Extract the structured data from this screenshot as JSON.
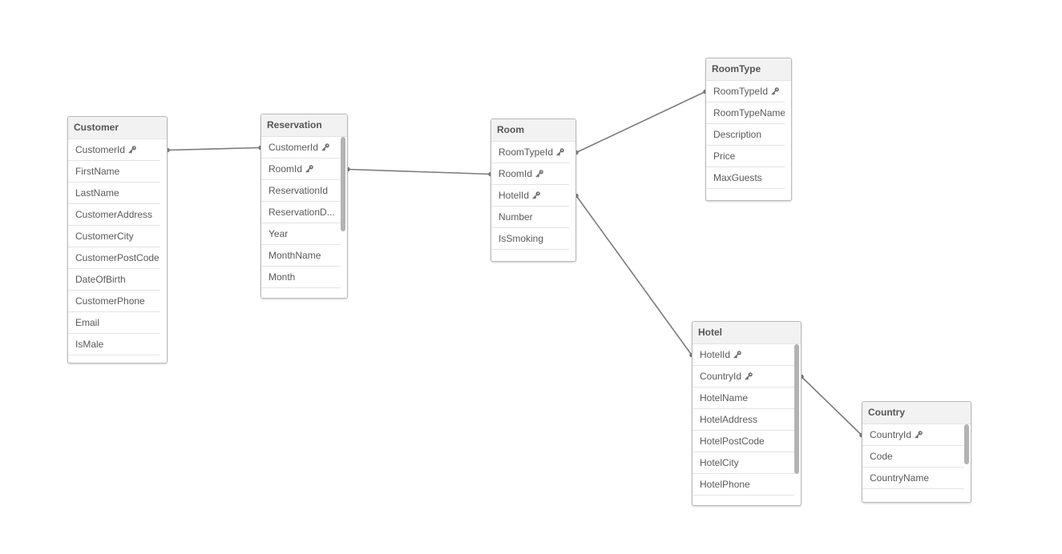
{
  "tables": {
    "customer": {
      "title": "Customer",
      "fields": [
        {
          "name": "CustomerId",
          "key": true
        },
        {
          "name": "FirstName",
          "key": false
        },
        {
          "name": "LastName",
          "key": false
        },
        {
          "name": "CustomerAddress",
          "key": false
        },
        {
          "name": "CustomerCity",
          "key": false
        },
        {
          "name": "CustomerPostCode",
          "key": false
        },
        {
          "name": "DateOfBirth",
          "key": false
        },
        {
          "name": "CustomerPhone",
          "key": false
        },
        {
          "name": "Email",
          "key": false
        },
        {
          "name": "IsMale",
          "key": false
        }
      ]
    },
    "reservation": {
      "title": "Reservation",
      "fields": [
        {
          "name": "CustomerId",
          "key": true
        },
        {
          "name": "RoomId",
          "key": true
        },
        {
          "name": "ReservationId",
          "key": false
        },
        {
          "name": "ReservationD...",
          "key": false
        },
        {
          "name": "Year",
          "key": false
        },
        {
          "name": "MonthName",
          "key": false
        },
        {
          "name": "Month",
          "key": false
        }
      ]
    },
    "room": {
      "title": "Room",
      "fields": [
        {
          "name": "RoomTypeId",
          "key": true
        },
        {
          "name": "RoomId",
          "key": true
        },
        {
          "name": "HotelId",
          "key": true
        },
        {
          "name": "Number",
          "key": false
        },
        {
          "name": "IsSmoking",
          "key": false
        }
      ]
    },
    "roomtype": {
      "title": "RoomType",
      "fields": [
        {
          "name": "RoomTypeId",
          "key": true
        },
        {
          "name": "RoomTypeName",
          "key": false
        },
        {
          "name": "Description",
          "key": false
        },
        {
          "name": "Price",
          "key": false
        },
        {
          "name": "MaxGuests",
          "key": false
        }
      ]
    },
    "hotel": {
      "title": "Hotel",
      "fields": [
        {
          "name": "HotelId",
          "key": true
        },
        {
          "name": "CountryId",
          "key": true
        },
        {
          "name": "HotelName",
          "key": false
        },
        {
          "name": "HotelAddress",
          "key": false
        },
        {
          "name": "HotelPostCode",
          "key": false
        },
        {
          "name": "HotelCity",
          "key": false
        },
        {
          "name": "HotelPhone",
          "key": false
        }
      ]
    },
    "country": {
      "title": "Country",
      "fields": [
        {
          "name": "CountryId",
          "key": true
        },
        {
          "name": "Code",
          "key": false
        },
        {
          "name": "CountryName",
          "key": false
        }
      ]
    }
  },
  "links": [
    {
      "from": "customer.CustomerId",
      "to": "reservation.CustomerId"
    },
    {
      "from": "reservation.RoomId",
      "to": "room.RoomId"
    },
    {
      "from": "room.RoomTypeId",
      "to": "roomtype.RoomTypeId"
    },
    {
      "from": "room.HotelId",
      "to": "hotel.HotelId"
    },
    {
      "from": "hotel.CountryId",
      "to": "country.CountryId"
    }
  ],
  "colors": {
    "link": "#7a7a7a",
    "key_icon": "#6b6b6b",
    "header_bg": "#f2f2f2"
  },
  "icons": {
    "key": "key-icon"
  }
}
